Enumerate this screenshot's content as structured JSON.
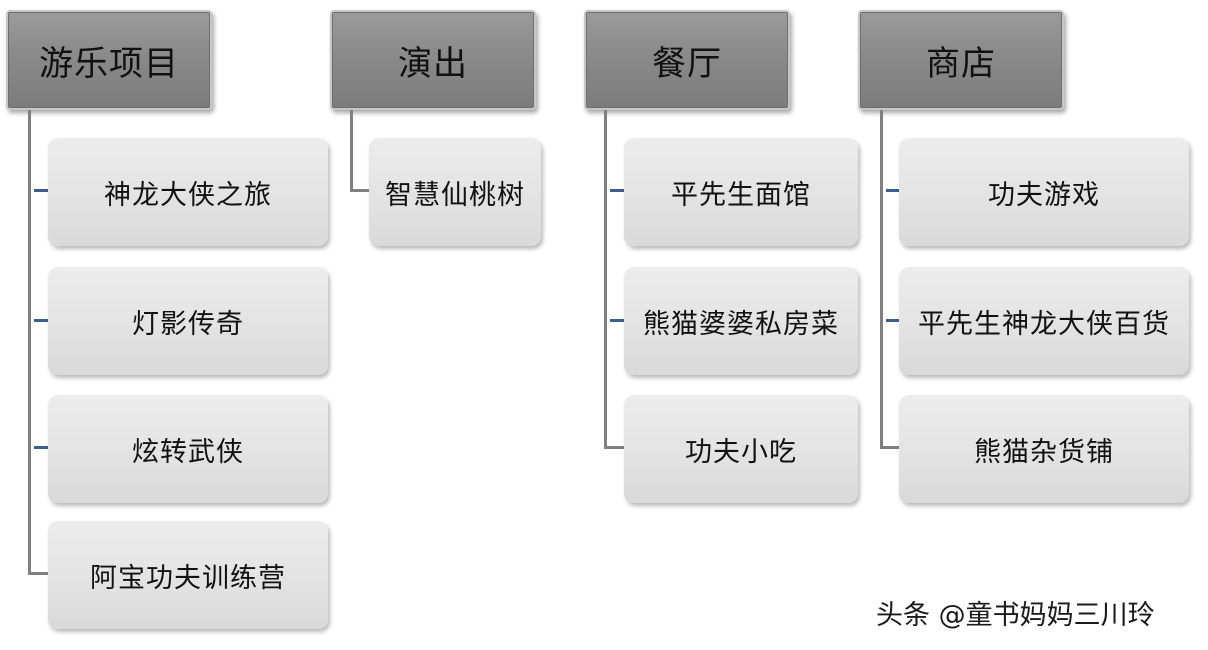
{
  "categories": [
    {
      "name": "游乐项目",
      "items": [
        "神龙大侠之旅",
        "灯影传奇",
        "炫转武侠",
        "阿宝功夫训练营"
      ]
    },
    {
      "name": "演出",
      "items": [
        "智慧仙桃树"
      ]
    },
    {
      "name": "餐厅",
      "items": [
        "平先生面馆",
        "熊猫婆婆私房菜",
        "功夫小吃"
      ]
    },
    {
      "name": "商店",
      "items": [
        "功夫游戏",
        "平先生神龙大侠百货",
        "熊猫杂货铺"
      ]
    }
  ],
  "watermark": "头条 @童书妈妈三川玲",
  "colors": {
    "header_fill": "#8a8a8a",
    "item_fill": "#e2e2e2",
    "connector": "#808080",
    "tick": "#3d5f8f"
  }
}
